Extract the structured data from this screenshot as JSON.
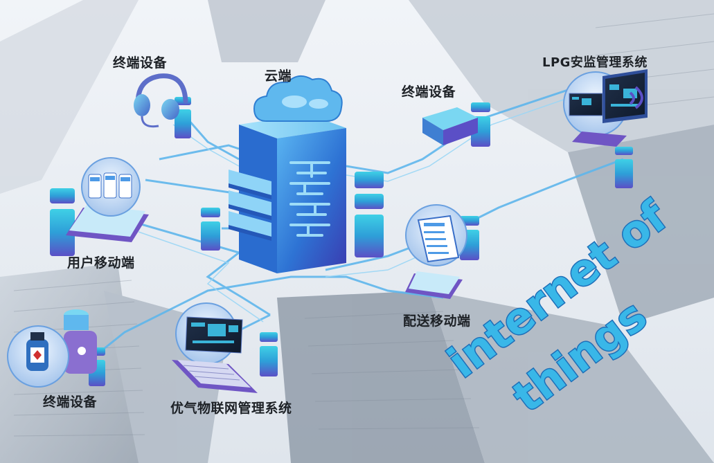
{
  "labels": {
    "terminal_top_left": "终端设备",
    "cloud": "云端",
    "terminal_mid": "终端设备",
    "lpg_system": "LPG安监管理系统",
    "user_mobile": "用户移动端",
    "delivery_mobile": "配送移动端",
    "terminal_bottom_left": "终端设备",
    "iot_system": "优气物联网管理系统"
  },
  "slogan": {
    "line1": "internet of",
    "line2": "things"
  },
  "colors": {
    "primary_blue": "#2b7fd6",
    "cyan": "#39c9e6",
    "teal": "#2fb9a8",
    "purple": "#6f55c4",
    "text_dark": "#1d2126",
    "slogan_fill": "#39b7e8"
  }
}
